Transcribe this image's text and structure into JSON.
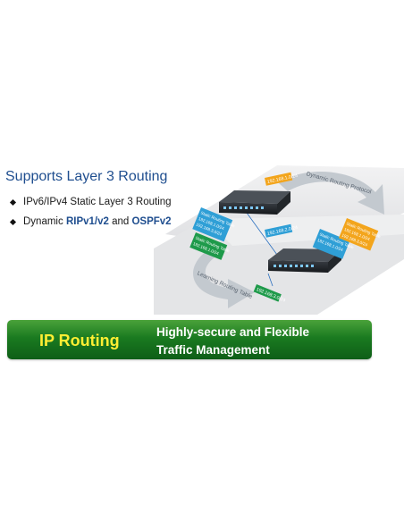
{
  "heading": "Supports Layer 3 Routing",
  "bullets": [
    {
      "text": "IPv6/IPv4 Static Layer 3 Routing"
    },
    {
      "prefix": "Dynamic ",
      "rip": "RIPv1/v2",
      "mid": " and ",
      "ospf": "OSPFv2"
    }
  ],
  "diagram": {
    "arc_top_label": "Dynamic Routing Protocol",
    "arc_bottom_label": "Learning Routing Table",
    "ip_top": "192.168.1.0/24",
    "ip_mid": "192.168.2.0/24",
    "ip_bottom": "192.168.3.0/24",
    "table_label": "Static Routing Table",
    "table_line_1": "192.168.1.0/24",
    "table_line_2": "192.168.3.0/24",
    "colors": {
      "orange": "#f3a51c",
      "blue": "#2f9fd6",
      "green": "#1e9a4a",
      "arrow": "#b9c0c7",
      "platform": "#e9e9eb"
    }
  },
  "banner": {
    "title": "IP Routing",
    "subtitle_line1": "Highly-secure and Flexible",
    "subtitle_line2": "Traffic Management"
  }
}
